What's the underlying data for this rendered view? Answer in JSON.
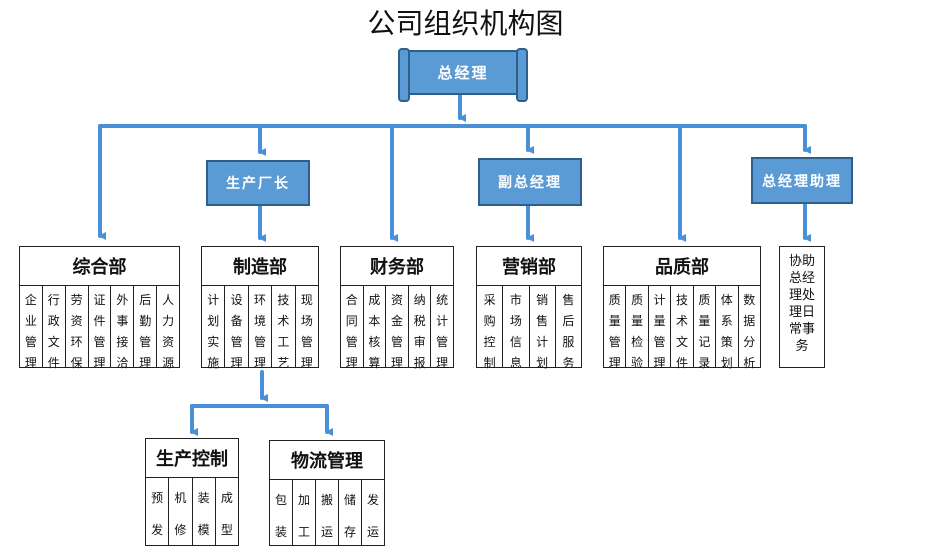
{
  "title": "公司组织机构图",
  "ceo": "总经理",
  "managers": {
    "production": "生产厂长",
    "deputy": "副总经理",
    "assistant": "总经理助理"
  },
  "departments": [
    {
      "name": "综合部",
      "items": [
        "企业管理",
        "行政文件",
        "劳资环保",
        "证件管理",
        "外事接洽",
        "后勤管理",
        "人力资源"
      ]
    },
    {
      "name": "制造部",
      "items": [
        "计划实施",
        "设备管理",
        "环境管理",
        "技术工艺",
        "现场管理"
      ]
    },
    {
      "name": "财务部",
      "items": [
        "合同管理",
        "成本核算",
        "资金管理",
        "纳税审报",
        "统计管理"
      ]
    },
    {
      "name": "营销部",
      "items": [
        "采购控制",
        "市场信息",
        "销售计划",
        "售后服务"
      ]
    },
    {
      "name": "品质部",
      "items": [
        "质量管理",
        "质量检验",
        "计量管理",
        "技术文件",
        "质量记录",
        "体系策划",
        "数据分析"
      ]
    }
  ],
  "assistant_duty": "协助总经理处理日常事务",
  "sub_departments": [
    {
      "name": "生产控制",
      "items": [
        "预发",
        "机修",
        "装模",
        "成型"
      ]
    },
    {
      "name": "物流管理",
      "items": [
        "包装",
        "加工",
        "搬运",
        "储存",
        "发运"
      ]
    }
  ],
  "colors": {
    "box_fill": "#5b9bd5",
    "box_border": "#2e5f8a",
    "connector": "#4a90d9"
  }
}
